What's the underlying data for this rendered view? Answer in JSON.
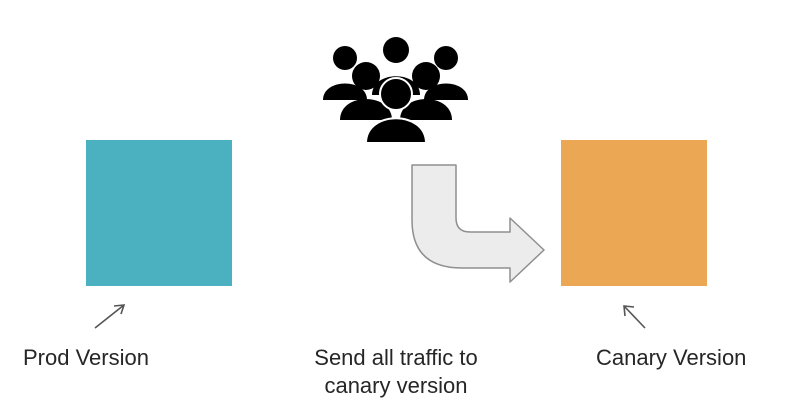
{
  "prod": {
    "label": "Prod Version",
    "color": "#4bb0c0"
  },
  "canary": {
    "label": "Canary Version",
    "color": "#eba753"
  },
  "traffic": {
    "line1": "Send all traffic to",
    "line2": "canary version",
    "arrow_color": "#ececec",
    "icon": "users-crowd-icon"
  }
}
